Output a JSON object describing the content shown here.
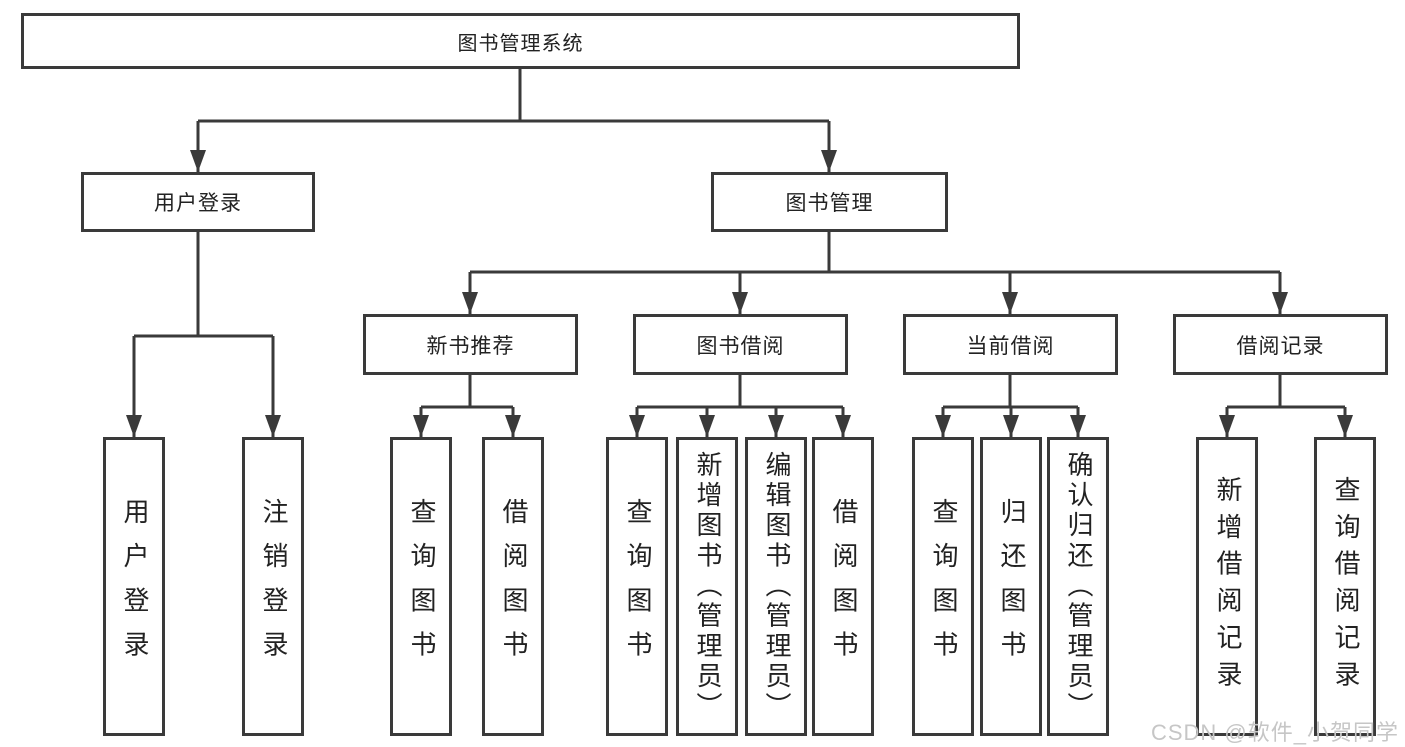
{
  "title": "图书管理系统",
  "colors": {
    "line": "#3a3a3a",
    "text": "#222222",
    "watermark": "#c6c6c6"
  },
  "nodes": {
    "root": "图书管理系统",
    "user_login": "用户登录",
    "book_mgmt": "图书管理",
    "new_book_rec": "新书推荐",
    "book_borrow": "图书借阅",
    "current_borrow": "当前借阅",
    "borrow_records": "借阅记录",
    "leaf_user_login": "用户登录",
    "leaf_logout": "注销登录",
    "leaf_nb_query": "查询图书",
    "leaf_nb_borrow": "借阅图书",
    "leaf_bb_query": "查询图书",
    "leaf_bb_add": "新增图书（管理员）",
    "leaf_bb_edit": "编辑图书（管理员）",
    "leaf_bb_borrow": "借阅图书",
    "leaf_cb_query": "查询图书",
    "leaf_cb_return": "归还图书",
    "leaf_cb_confirm": "确认归还（管理员）",
    "leaf_br_add": "新增借阅记录",
    "leaf_br_query": "查询借阅记录"
  },
  "watermark": "CSDN @软件_小贺同学"
}
